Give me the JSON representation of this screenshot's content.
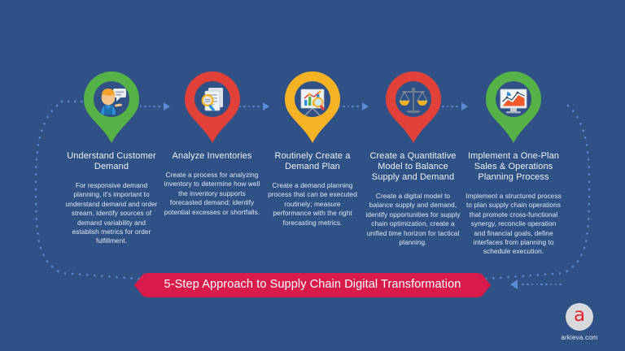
{
  "theme": {
    "background": "#2f5186",
    "banner_color": "#d81b4a",
    "path_color": "#5d8ad4",
    "title_color": "#eef2f8",
    "body_color": "#e3e9f3"
  },
  "banner": {
    "text": "5-Step Approach to Supply Chain Digital Transformation"
  },
  "logo": {
    "mark": "a",
    "mark_color": "#e2242c",
    "text": "arkieva.com"
  },
  "steps": [
    {
      "title": "Understand Customer Demand",
      "body": "For responsive demand planning, it's important to understand demand and order stream, identify sources of demand variability and establish metrics for order fulfillment.",
      "pin_color": "#56b247",
      "icon": "person-speech-bubble-icon"
    },
    {
      "title": "Analyze Inventories",
      "body": "Create a process for analyzing inventory to determine how well the inventory supports forecasted demand; identify potential excesses or shortfalls.",
      "pin_color": "#e2413a",
      "icon": "document-magnifier-icon"
    },
    {
      "title": "Routinely Create a Demand Plan",
      "body": "Create a demand planning process that can be executed routinely; measure performance with the right forecasting metrics.",
      "pin_color": "#f5b324",
      "icon": "chart-board-magnifier-icon"
    },
    {
      "title": "Create a Quantitative Model to Balance Supply and Demand",
      "body": "Create a digital model to balance supply and demand, identify opportunities for supply chain optimization, create a unified time horizon for tactical planning.",
      "pin_color": "#e2413a",
      "icon": "balance-scales-icon"
    },
    {
      "title": "Implement a One-Plan Sales & Operations Planning Process",
      "body": "Implement a structured process to plan supply chain operations that promote cross-functional synergy, reconcile operation and financial goals, define interfaces from planning to schedule execution.",
      "pin_color": "#56b247",
      "icon": "monitor-chart-icon"
    }
  ]
}
